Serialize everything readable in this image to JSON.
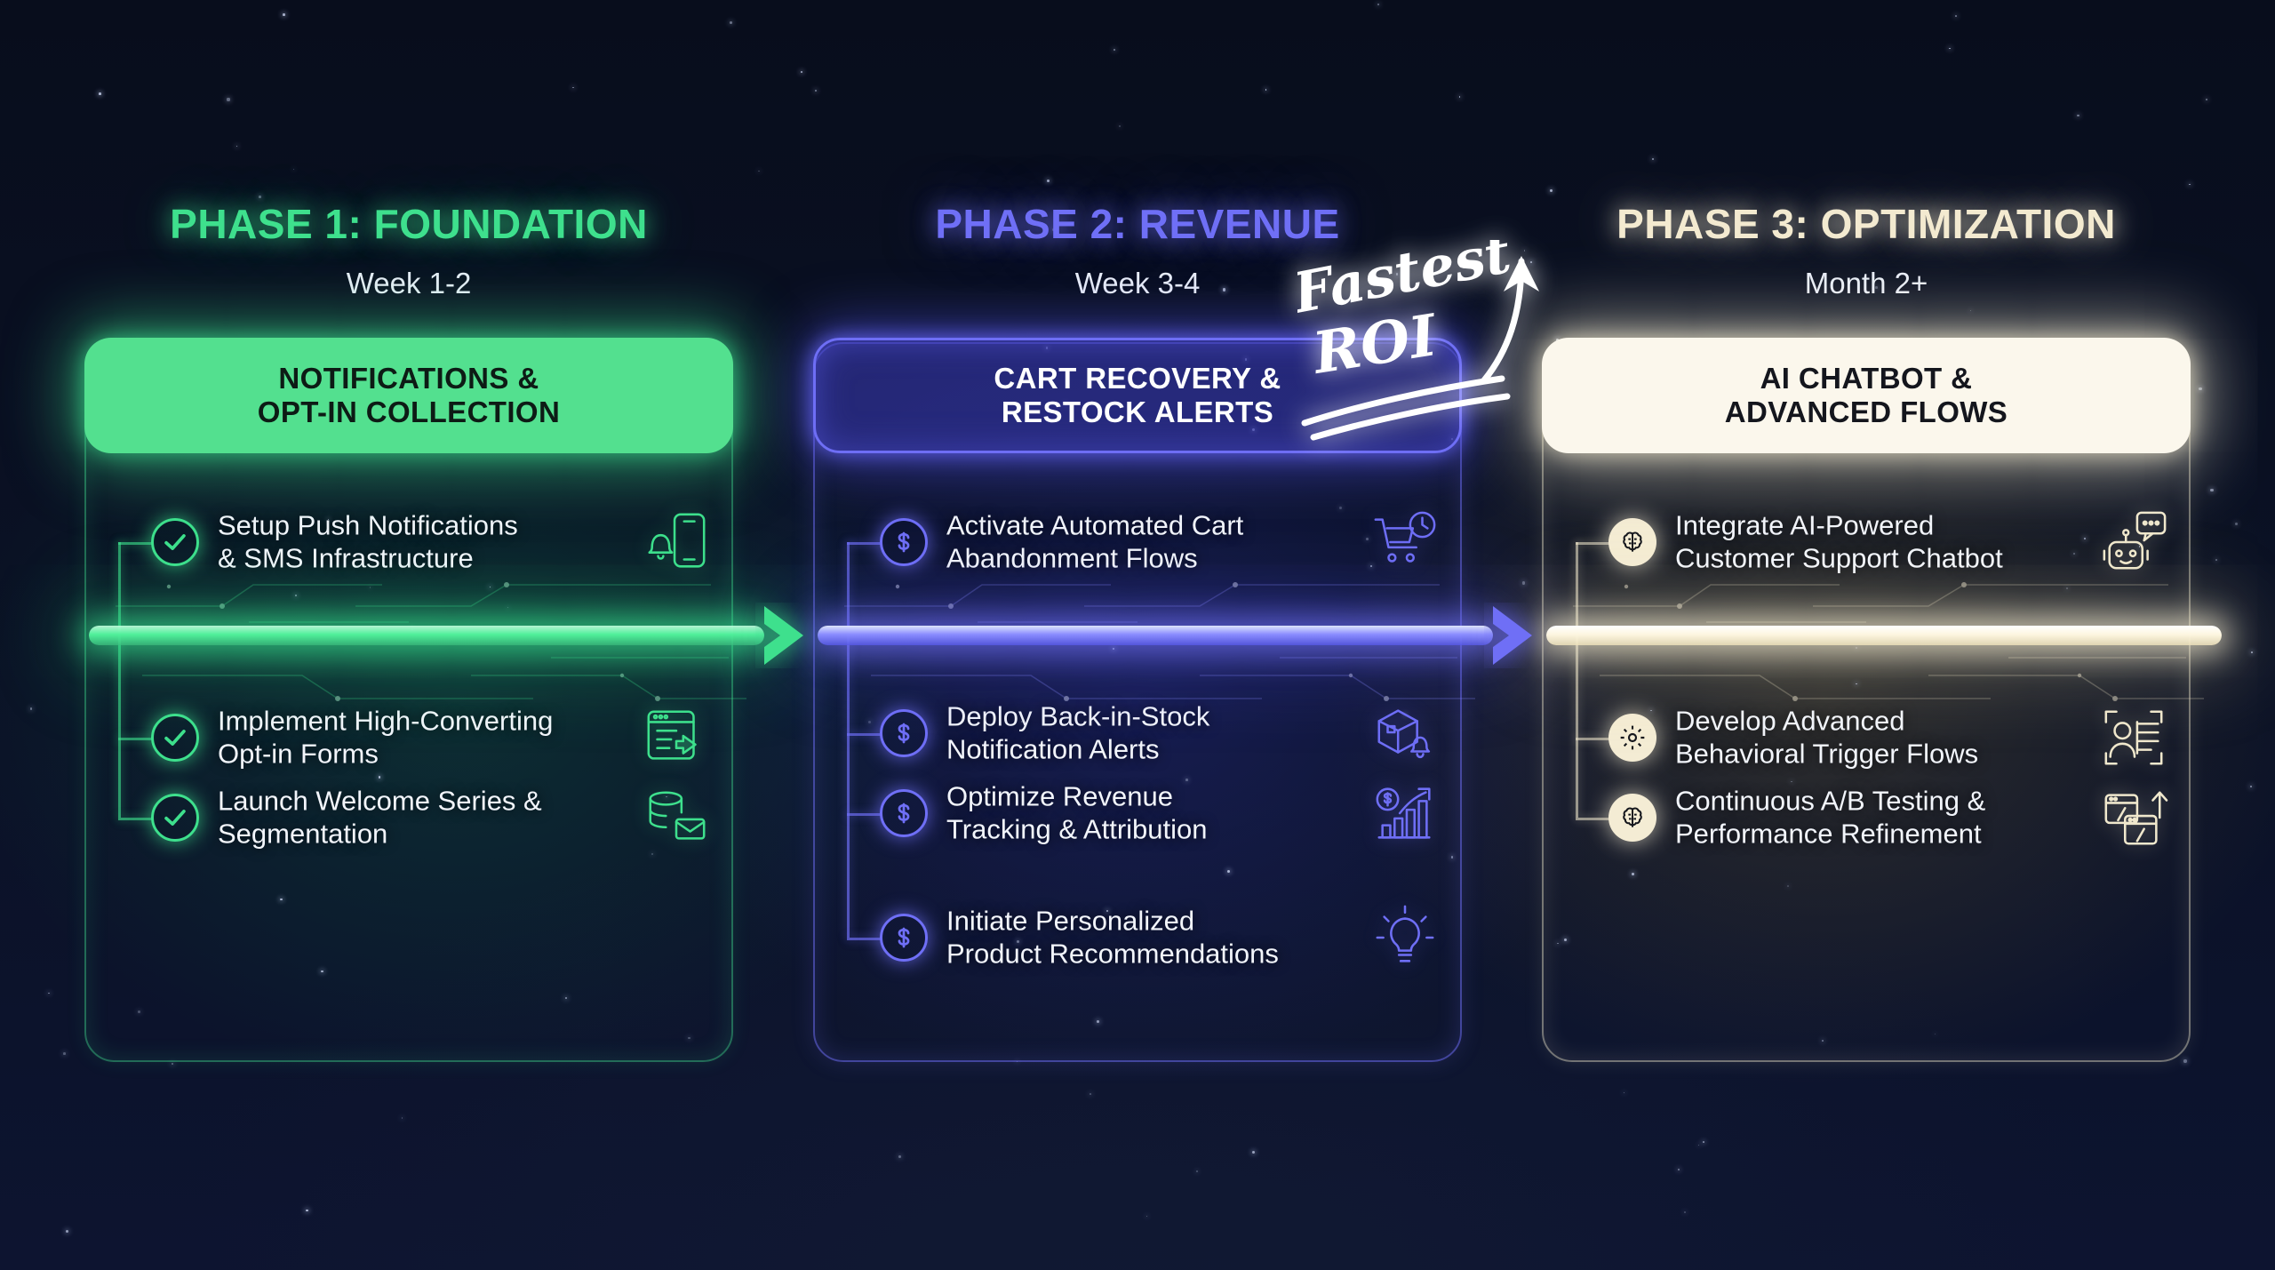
{
  "meta": {
    "background_color": "#0b1020"
  },
  "phases": [
    {
      "id": "phase-1",
      "title": "PHASE 1: FOUNDATION",
      "subtitle": "Week 1-2",
      "accent": "#3ee08d",
      "chip_label": "NOTIFICATIONS &\nOPT-IN COLLECTION",
      "bullet_icon": "check-circle-icon",
      "items": [
        {
          "text": "Setup Push Notifications\n& SMS Infrastructure",
          "icon": "bell-phone-icon"
        },
        {
          "text": "Implement High-Converting\nOpt-in Forms",
          "icon": "form-submit-icon"
        },
        {
          "text": "Launch Welcome Series &\nSegmentation",
          "icon": "database-mail-icon"
        }
      ]
    },
    {
      "id": "phase-2",
      "title": "PHASE 2: REVENUE",
      "subtitle": "Week 3-4",
      "accent": "#6f6ff6",
      "chip_label": "CART RECOVERY &\nRESTOCK ALERTS",
      "bullet_icon": "dollar-circle-icon",
      "items": [
        {
          "text": "Activate Automated Cart\nAbandonment Flows",
          "icon": "cart-clock-icon"
        },
        {
          "text": "Deploy Back-in-Stock\nNotification Alerts",
          "icon": "box-bell-icon"
        },
        {
          "text": "Optimize Revenue\nTracking & Attribution",
          "icon": "revenue-chart-icon"
        },
        {
          "text": "Initiate Personalized\nProduct Recommendations",
          "icon": "lightbulb-icon"
        }
      ]
    },
    {
      "id": "phase-3",
      "title": "PHASE 3: OPTIMIZATION",
      "subtitle": "Month 2+",
      "accent": "#f0e8cd",
      "chip_label": "AI CHATBOT &\nADVANCED FLOWS",
      "bullet_icon": "brain-circle-icon",
      "items": [
        {
          "text": "Integrate AI-Powered\nCustomer Support Chatbot",
          "icon": "chatbot-icon"
        },
        {
          "text": "Develop Advanced\nBehavioral Trigger Flows",
          "icon": "user-scan-icon"
        },
        {
          "text": "Continuous A/B Testing &\nPerformance Refinement",
          "icon": "ab-test-icon"
        }
      ]
    }
  ],
  "annotation": {
    "line1": "Fastest",
    "line2": "ROI",
    "icon": "up-arrow-handdrawn-icon"
  },
  "connectors": [
    {
      "id": "connector-1-2",
      "icon": "chevron-right-icon",
      "color": "#3ee08d"
    },
    {
      "id": "connector-2-3",
      "icon": "chevron-right-icon",
      "color": "#6f6ff6"
    }
  ]
}
